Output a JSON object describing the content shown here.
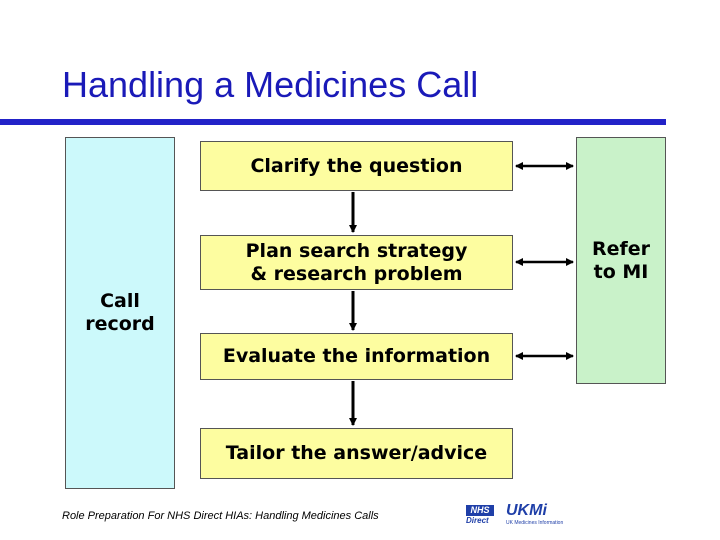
{
  "slide": {
    "title": "Handling a Medicines Call",
    "footer": "Role Preparation For NHS Direct HIAs:  Handling Medicines Calls"
  },
  "diagram": {
    "left_box": {
      "line1": "Call",
      "line2": "record"
    },
    "right_box": {
      "line1": "Refer",
      "line2": "to MI"
    },
    "steps": [
      {
        "line1": "Clarify the question",
        "line2": ""
      },
      {
        "line1": "Plan search strategy",
        "line2": "& research problem"
      },
      {
        "line1": "Evaluate the information",
        "line2": ""
      },
      {
        "line1": "Tailor the answer/advice",
        "line2": ""
      }
    ]
  },
  "logos": {
    "nhs": {
      "box": "NHS",
      "sub": "Direct"
    },
    "ukmi": {
      "word": "UKMi",
      "sub": "UK Medicines Information"
    }
  },
  "colors": {
    "title": "#1a1ab8",
    "rule": "#2222c8",
    "step_fill": "#fdfda0",
    "left_fill": "#ccf9fb",
    "right_fill": "#c9f2c9"
  }
}
